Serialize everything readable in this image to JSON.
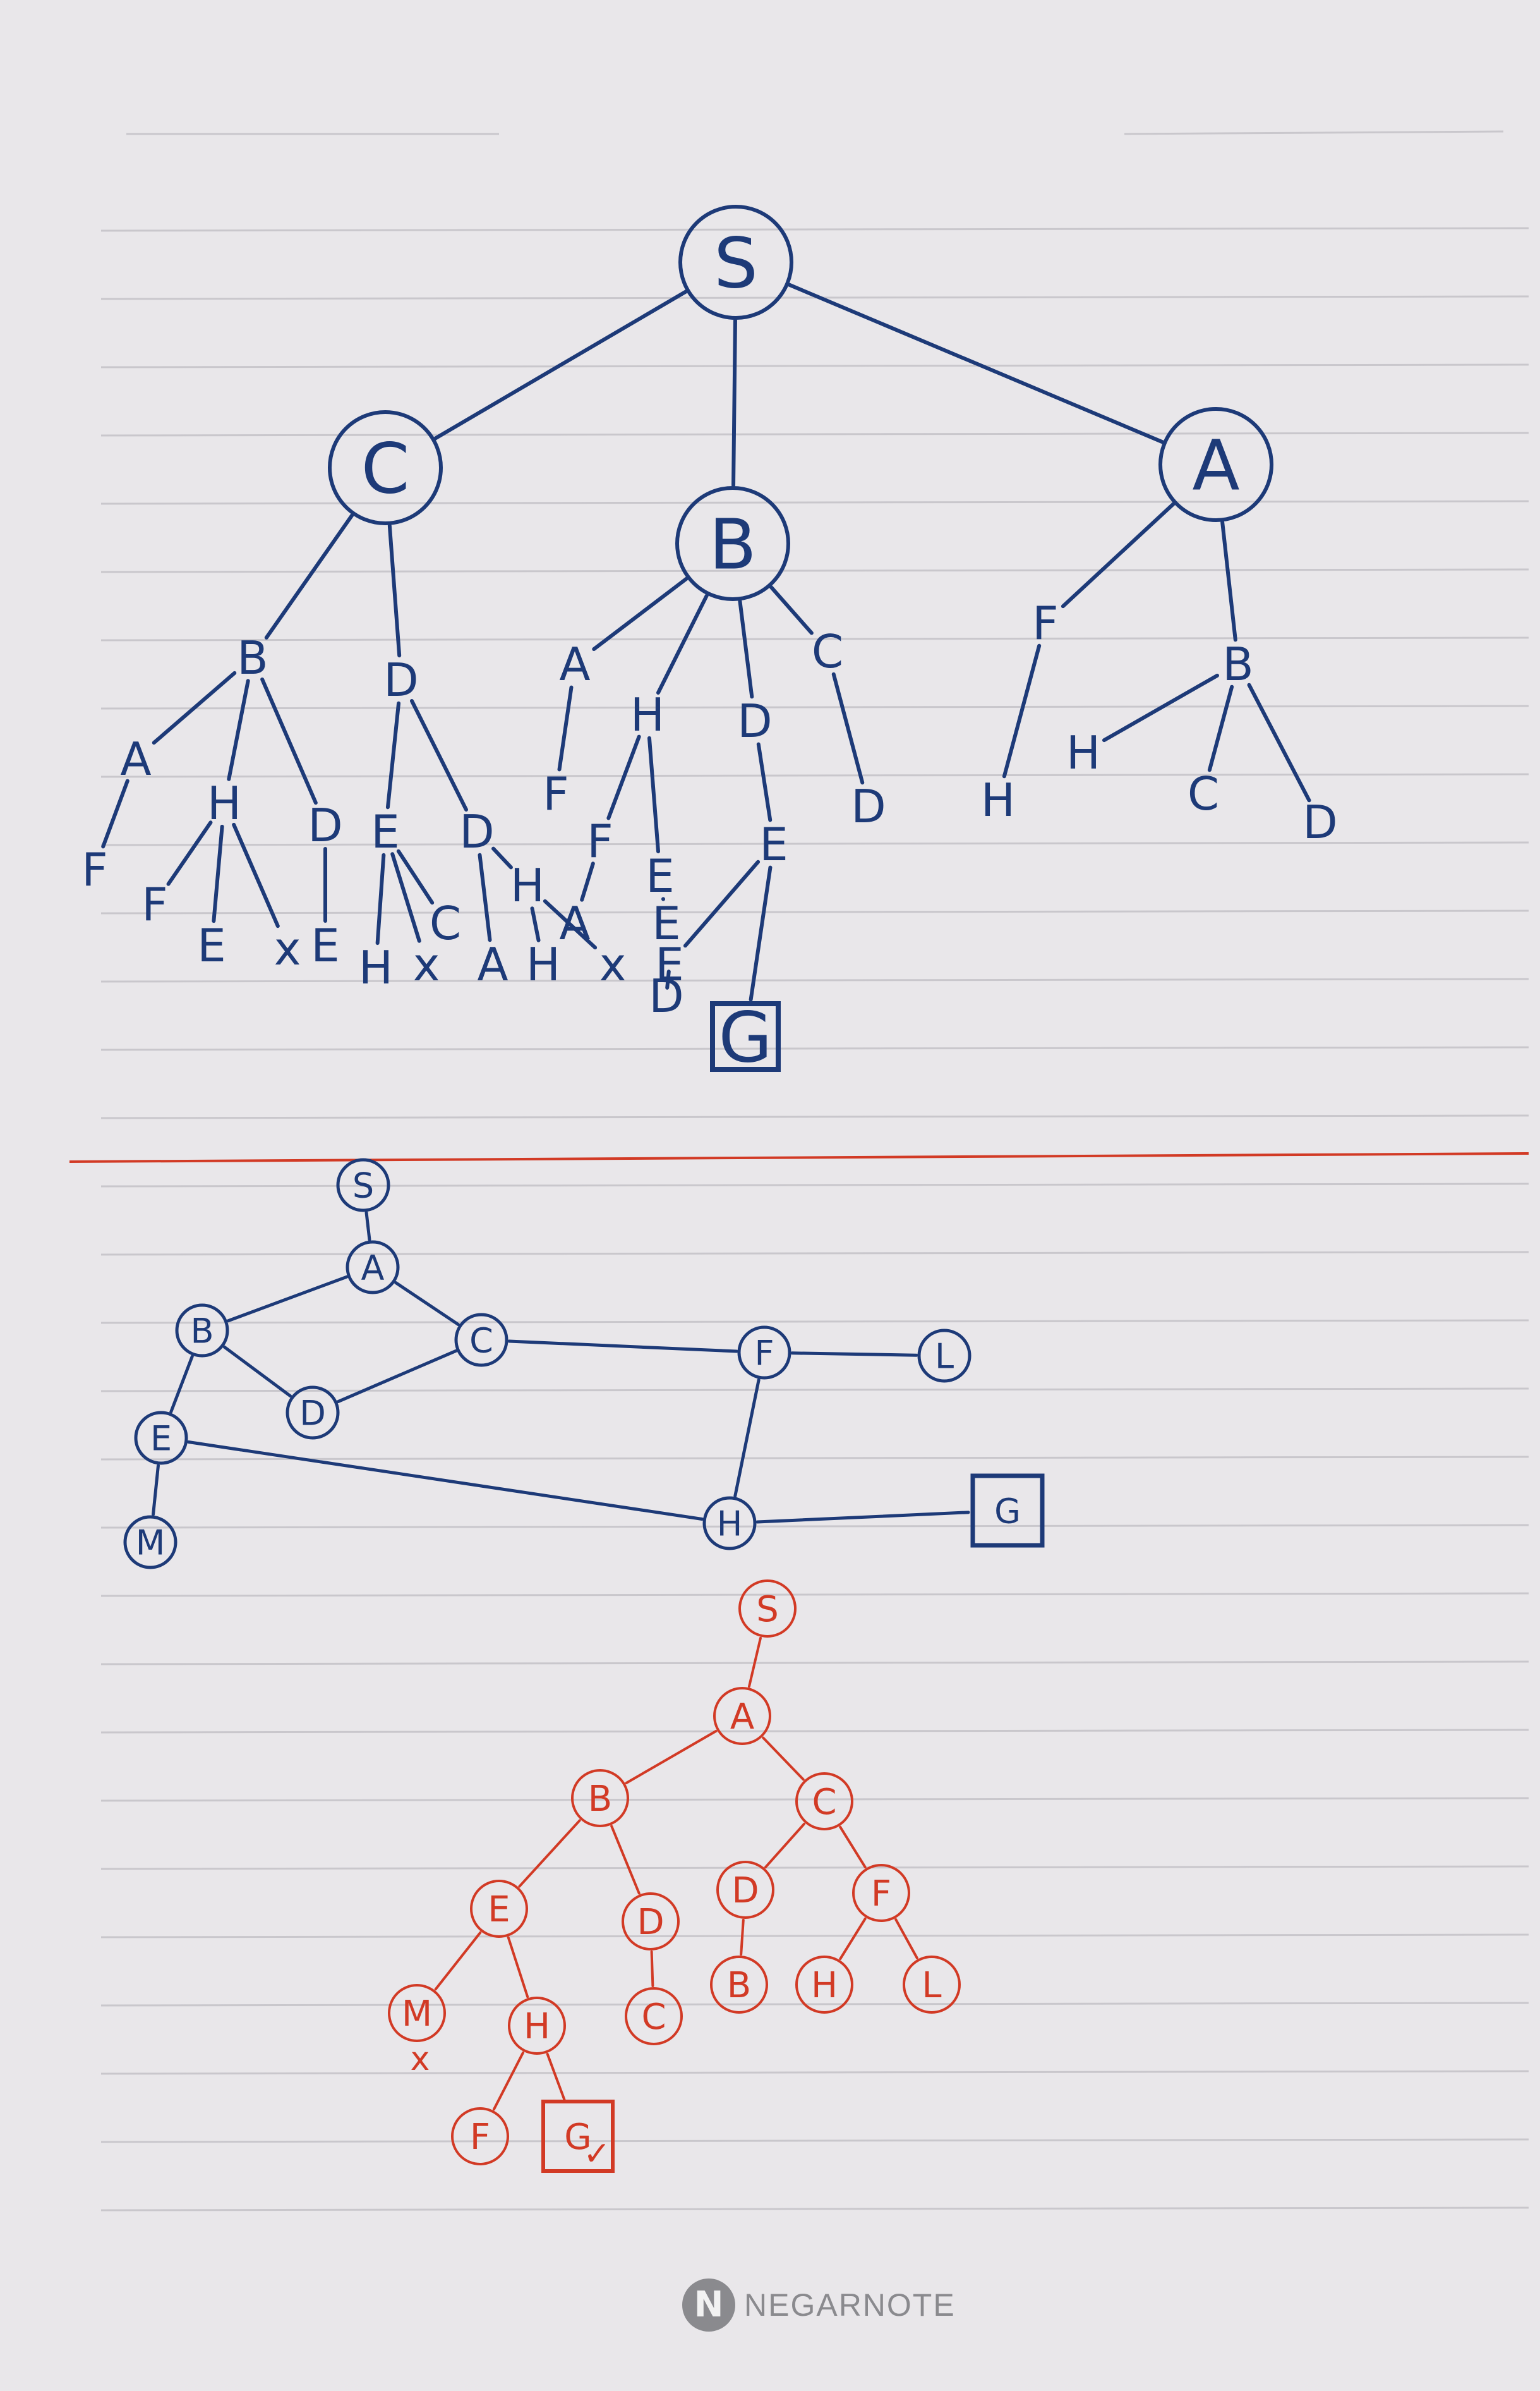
{
  "colors": {
    "paper": "#eeecef",
    "rule": "#c9c7cc",
    "blue": "#1d3a78",
    "red": "#d23a25",
    "brand": "#8a8a8e"
  },
  "brand": {
    "name": "NEGARNOTE",
    "logo_letter": "N"
  },
  "tree1": {
    "nodes": [
      {
        "id": "S",
        "label": "S",
        "circle": true
      },
      {
        "id": "C1",
        "label": "C",
        "circle": true
      },
      {
        "id": "B1",
        "label": "B",
        "circle": true
      },
      {
        "id": "A1",
        "label": "A",
        "circle": true
      },
      {
        "id": "B2",
        "label": "B"
      },
      {
        "id": "D2",
        "label": "D"
      },
      {
        "id": "A2",
        "label": "A"
      },
      {
        "id": "H2",
        "label": "H"
      },
      {
        "id": "D3",
        "label": "D"
      },
      {
        "id": "C3",
        "label": "C"
      },
      {
        "id": "F2",
        "label": "F"
      },
      {
        "id": "B3",
        "label": "B"
      },
      {
        "id": "A3",
        "label": "A"
      },
      {
        "id": "H3",
        "label": "H"
      },
      {
        "id": "D4",
        "label": "D"
      },
      {
        "id": "E3",
        "label": "E"
      },
      {
        "id": "D5",
        "label": "D"
      },
      {
        "id": "F3",
        "label": "F"
      },
      {
        "id": "F4",
        "label": "F"
      },
      {
        "id": "E4",
        "label": "E"
      },
      {
        "id": "E5",
        "label": "E"
      },
      {
        "id": "D6",
        "label": "D"
      },
      {
        "id": "H4",
        "label": "H"
      },
      {
        "id": "H5",
        "label": "H"
      },
      {
        "id": "H6",
        "label": "H"
      },
      {
        "id": "C4",
        "label": "C"
      },
      {
        "id": "D7",
        "label": "D"
      },
      {
        "id": "F5",
        "label": "F"
      },
      {
        "id": "F6",
        "label": "F"
      },
      {
        "id": "E6",
        "label": "E"
      },
      {
        "id": "X1",
        "label": "x"
      },
      {
        "id": "E7",
        "label": "E"
      },
      {
        "id": "H7",
        "label": "H"
      },
      {
        "id": "X2",
        "label": "x"
      },
      {
        "id": "C5",
        "label": "C"
      },
      {
        "id": "A4",
        "label": "A"
      },
      {
        "id": "H8",
        "label": "H"
      },
      {
        "id": "X3",
        "label": "x"
      },
      {
        "id": "A5",
        "label": "A"
      },
      {
        "id": "E8",
        "label": "E"
      },
      {
        "id": "E9",
        "label": "E"
      },
      {
        "id": "D8",
        "label": "D"
      },
      {
        "id": "G1",
        "label": "G",
        "box": true
      }
    ],
    "edges": [
      [
        "S",
        "C1"
      ],
      [
        "S",
        "B1"
      ],
      [
        "S",
        "A1"
      ],
      [
        "C1",
        "B2"
      ],
      [
        "C1",
        "D2"
      ],
      [
        "B1",
        "A2"
      ],
      [
        "B1",
        "H2"
      ],
      [
        "B1",
        "D3"
      ],
      [
        "B1",
        "C3"
      ],
      [
        "A1",
        "F2"
      ],
      [
        "A1",
        "B3"
      ],
      [
        "B2",
        "A3"
      ],
      [
        "B2",
        "H3"
      ],
      [
        "B2",
        "D4"
      ],
      [
        "D2",
        "E3"
      ],
      [
        "D2",
        "D5"
      ],
      [
        "A2",
        "F3"
      ],
      [
        "H2",
        "F4"
      ],
      [
        "H2",
        "E4"
      ],
      [
        "D3",
        "E5"
      ],
      [
        "C3",
        "D6"
      ],
      [
        "F2",
        "H4"
      ],
      [
        "B3",
        "H5"
      ],
      [
        "B3",
        "C4"
      ],
      [
        "B3",
        "D7"
      ],
      [
        "A3",
        "F5"
      ],
      [
        "H3",
        "F6"
      ],
      [
        "H3",
        "E6"
      ],
      [
        "H3",
        "X1"
      ],
      [
        "D4",
        "E7"
      ],
      [
        "E3",
        "H7"
      ],
      [
        "E3",
        "X2"
      ],
      [
        "E3",
        "C5"
      ],
      [
        "D5",
        "A4"
      ],
      [
        "D5",
        "H6"
      ],
      [
        "H6",
        "H8"
      ],
      [
        "H6",
        "X3"
      ],
      [
        "F4",
        "A5"
      ],
      [
        "E4",
        "E8"
      ],
      [
        "E5",
        "E9"
      ],
      [
        "E9",
        "D8"
      ],
      [
        "E5",
        "G1"
      ]
    ]
  },
  "graph": {
    "nodes": [
      {
        "id": "S",
        "label": "S"
      },
      {
        "id": "A",
        "label": "A"
      },
      {
        "id": "B",
        "label": "B"
      },
      {
        "id": "C",
        "label": "C"
      },
      {
        "id": "D",
        "label": "D"
      },
      {
        "id": "F",
        "label": "F"
      },
      {
        "id": "L",
        "label": "L"
      },
      {
        "id": "E",
        "label": "E"
      },
      {
        "id": "M",
        "label": "M"
      },
      {
        "id": "H",
        "label": "H"
      },
      {
        "id": "G",
        "label": "G",
        "box": true
      }
    ],
    "edges": [
      [
        "S",
        "A"
      ],
      [
        "A",
        "B"
      ],
      [
        "A",
        "C"
      ],
      [
        "B",
        "D"
      ],
      [
        "D",
        "C"
      ],
      [
        "C",
        "F"
      ],
      [
        "F",
        "L"
      ],
      [
        "F",
        "H"
      ],
      [
        "B",
        "E"
      ],
      [
        "E",
        "M"
      ],
      [
        "E",
        "H"
      ],
      [
        "H",
        "G"
      ]
    ]
  },
  "tree2": {
    "nodes": [
      {
        "id": "S",
        "label": "S"
      },
      {
        "id": "A",
        "label": "A"
      },
      {
        "id": "B",
        "label": "B"
      },
      {
        "id": "C",
        "label": "C"
      },
      {
        "id": "E",
        "label": "E"
      },
      {
        "id": "D1",
        "label": "D"
      },
      {
        "id": "D2",
        "label": "D"
      },
      {
        "id": "F1",
        "label": "F"
      },
      {
        "id": "M",
        "label": "M"
      },
      {
        "id": "H1",
        "label": "H"
      },
      {
        "id": "C2",
        "label": "C"
      },
      {
        "id": "B2",
        "label": "B"
      },
      {
        "id": "H2",
        "label": "H"
      },
      {
        "id": "L",
        "label": "L"
      },
      {
        "id": "F2",
        "label": "F"
      },
      {
        "id": "G",
        "label": "G",
        "box": true
      }
    ],
    "edges": [
      [
        "S",
        "A"
      ],
      [
        "A",
        "B"
      ],
      [
        "A",
        "C"
      ],
      [
        "B",
        "E"
      ],
      [
        "B",
        "D1"
      ],
      [
        "C",
        "D2"
      ],
      [
        "C",
        "F1"
      ],
      [
        "E",
        "M"
      ],
      [
        "E",
        "H1"
      ],
      [
        "D1",
        "C2"
      ],
      [
        "D2",
        "B2"
      ],
      [
        "F1",
        "H2"
      ],
      [
        "F1",
        "L"
      ],
      [
        "H1",
        "F2"
      ],
      [
        "H1",
        "G"
      ]
    ],
    "marks": [
      {
        "id": "x-under-m",
        "label": "x"
      },
      {
        "id": "check-under-g",
        "label": "✓"
      }
    ]
  }
}
